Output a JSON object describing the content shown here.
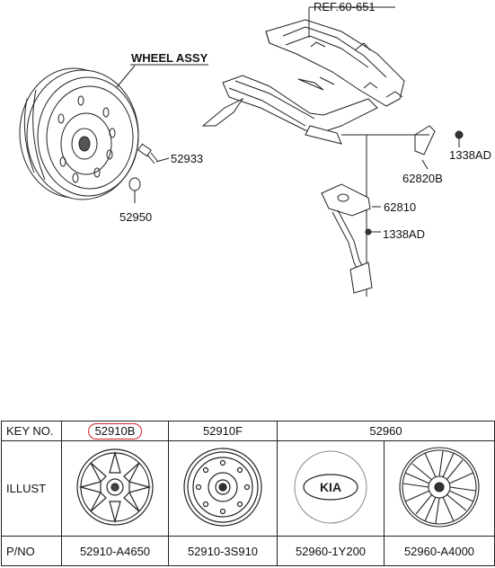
{
  "diagram": {
    "ref_label": "REF.60-651",
    "wheel_assy_label": "WHEEL ASSY",
    "callouts": {
      "p52933": "52933",
      "p52950": "52950",
      "p62820B": "62820B",
      "p1338AD_top": "1338AD",
      "p62810": "62810",
      "p1338AD_mid": "1338AD"
    }
  },
  "table": {
    "row_key": "KEY NO.",
    "row_illust": "ILLUST",
    "row_pno": "P/NO",
    "keys": [
      "52910B",
      "52910F",
      "52960"
    ],
    "highlighted_key": "52910B",
    "part_numbers": [
      "52910-A4650",
      "52910-3S910",
      "52960-1Y200",
      "52960-A4000"
    ],
    "illust_icons": [
      "alloy-wheel-icon",
      "steel-wheel-icon",
      "kia-emblem-icon",
      "wheel-cover-icon"
    ],
    "kia_logo_text": "KIA"
  },
  "colors": {
    "highlight": "#d0232a",
    "line": "#222222"
  }
}
